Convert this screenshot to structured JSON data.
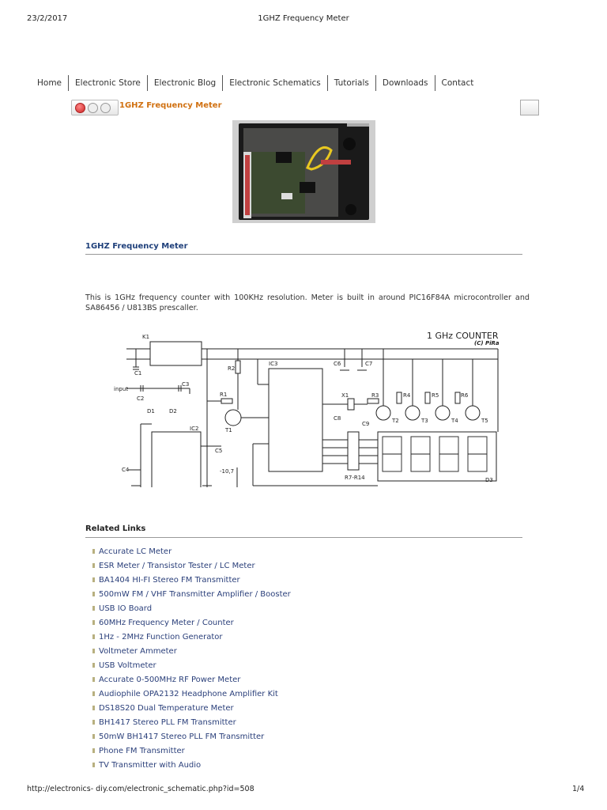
{
  "print_header": {
    "date": "23/2/2017",
    "title": "1GHZ Frequency Meter"
  },
  "nav": {
    "items": [
      "Home",
      "Electronic Store",
      "Electronic Blog",
      "Electronic Schematics",
      "Tutorials",
      "Downloads",
      "Contact"
    ]
  },
  "window": {
    "title": "1GHZ Frequency Meter"
  },
  "article": {
    "title": "1GHZ Frequency Meter",
    "description": "This is 1GHz frequency counter with 100KHz resolution. Meter is built in around PIC16F84A microcontroller and SA86456 / U813BS prescaller."
  },
  "schematic": {
    "title": "1 GHz COUNTER",
    "credit": "(C) PiRa",
    "labels": {
      "k1": "K1",
      "ic3": "IC3",
      "ic2": "IC2",
      "r1": "R1",
      "r2": "R2",
      "r3": "R3",
      "r4": "R4",
      "r5": "R5",
      "r6": "R6",
      "t1": "T1",
      "t2": "T2",
      "t3": "T3",
      "t4": "T4",
      "t5": "T5",
      "c1": "C1",
      "c2": "C2",
      "c3": "C3",
      "c4": "C4",
      "c5": "C5",
      "c6": "C6",
      "c7": "C7",
      "c8": "C8",
      "c9": "C9",
      "d1": "D1",
      "d2": "D2",
      "d3": "D3",
      "x1": "X1",
      "input": "input",
      "vneg": "-10,7",
      "rarray": "R7-R14"
    }
  },
  "related": {
    "title": "Related Links",
    "links": [
      "Accurate LC Meter",
      "ESR Meter / Transistor Tester / LC Meter",
      "BA1404 HI-FI Stereo FM Transmitter",
      "500mW FM / VHF Transmitter Amplifier / Booster",
      "USB IO Board",
      "60MHz Frequency Meter / Counter",
      "1Hz - 2MHz Function Generator",
      "Voltmeter Ammeter",
      "USB Voltmeter",
      "Accurate 0-500MHz RF Power Meter",
      "Audiophile OPA2132 Headphone Amplifier Kit",
      "DS18S20 Dual Temperature Meter",
      "BH1417 Stereo PLL FM Transmitter",
      "50mW BH1417 Stereo PLL FM Transmitter",
      "Phone FM Transmitter",
      "TV Transmitter with Audio"
    ]
  },
  "print_footer": {
    "url": "http://electronics- diy.com/electronic_schematic.php?id=508",
    "page": "1/4"
  }
}
